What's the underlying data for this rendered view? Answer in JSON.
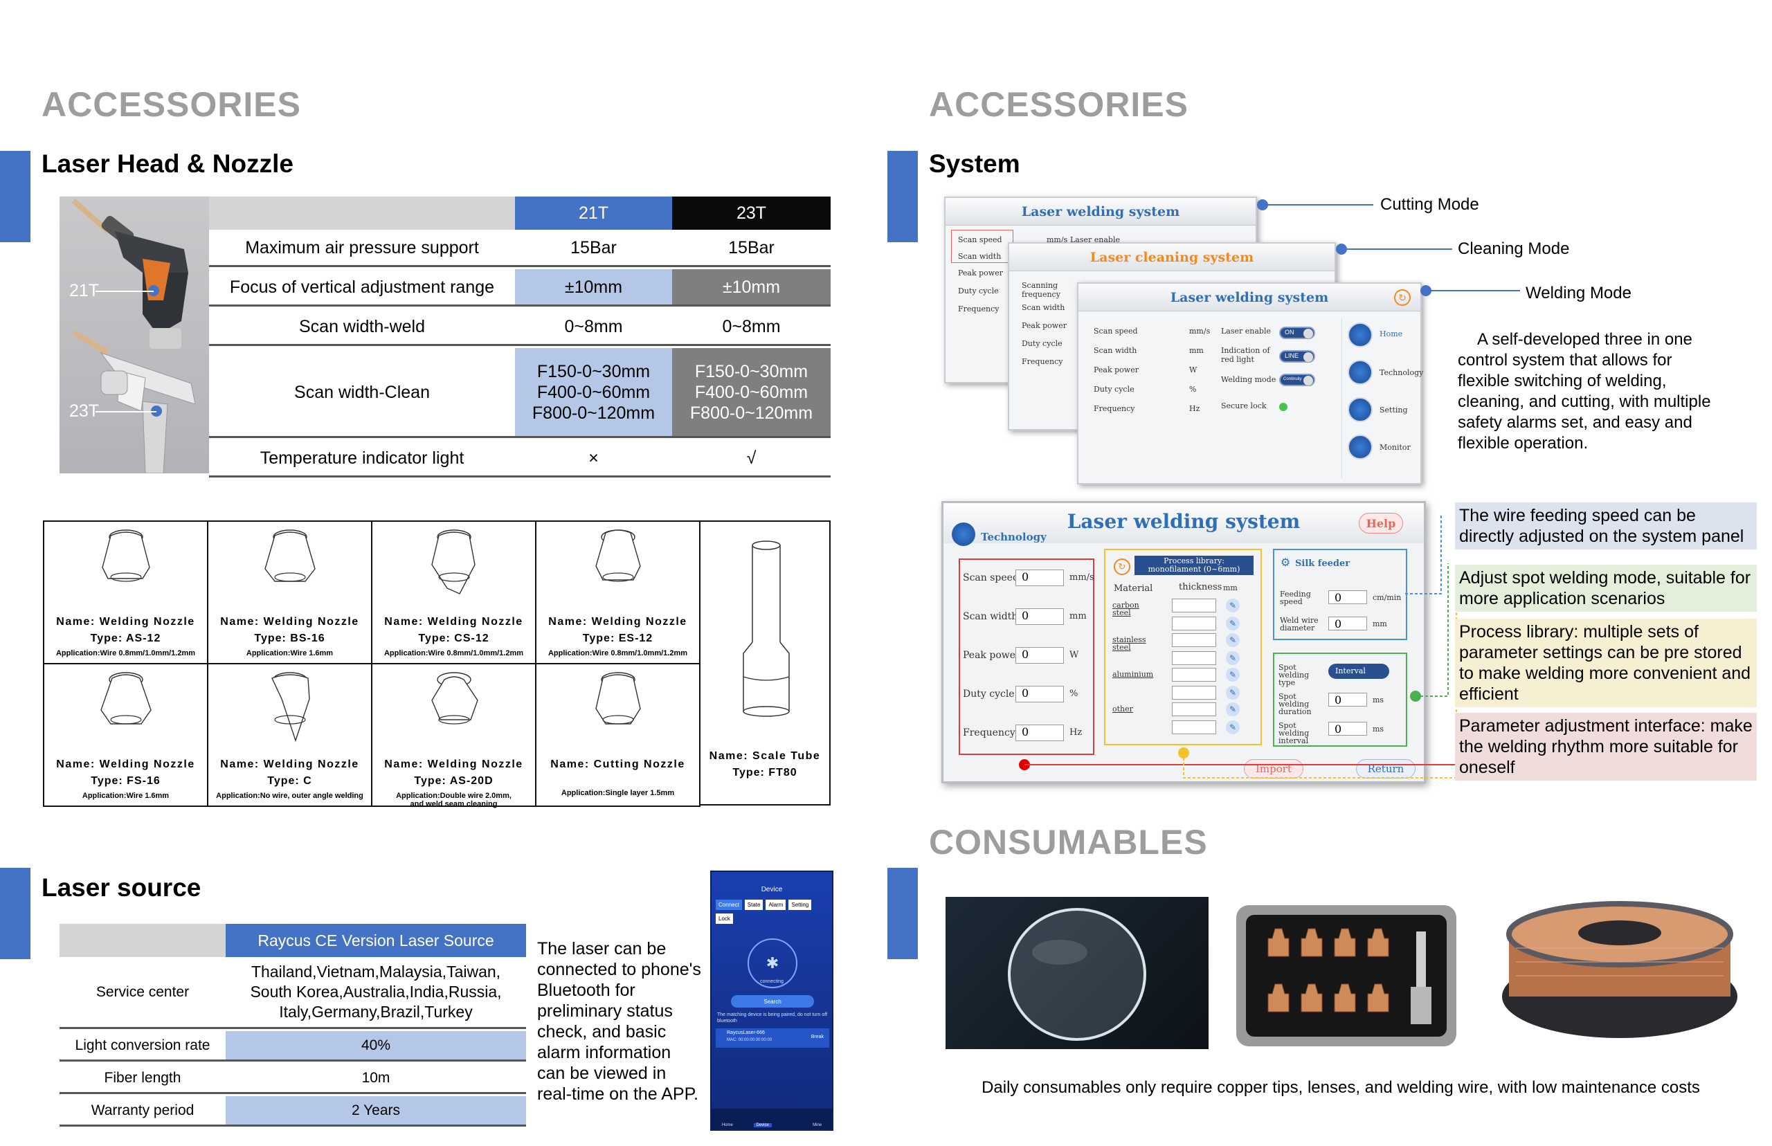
{
  "left": {
    "section_title": "ACCESSORIES",
    "laser_head": {
      "title": "Laser Head & Nozzle",
      "label_21t": "21T",
      "label_23t": "23T",
      "columns": [
        "21T",
        "23T"
      ],
      "rows": [
        {
          "label": "Maximum air pressure support",
          "v21": "15Bar",
          "v23": "15Bar"
        },
        {
          "label": "Focus of vertical adjustment range",
          "v21": "±10mm",
          "v23": "±10mm"
        },
        {
          "label": "Scan width-weld",
          "v21": "0~8mm",
          "v23": "0~8mm"
        },
        {
          "label": "Scan width-Clean",
          "v21": "F150-0~30mm\nF400-0~60mm\nF800-0~120mm",
          "v23": "F150-0~30mm\nF400-0~60mm\nF800-0~120mm"
        },
        {
          "label": "Temperature indicator light",
          "v21": "×",
          "v23": "√"
        }
      ]
    },
    "nozzles": [
      {
        "name": "Name: Welding Nozzle",
        "type": "Type: AS-12",
        "app": "Application:Wire 0.8mm/1.0mm/1.2mm"
      },
      {
        "name": "Name: Welding Nozzle",
        "type": "Type: BS-16",
        "app": "Application:Wire 1.6mm"
      },
      {
        "name": "Name: Welding Nozzle",
        "type": "Type: CS-12",
        "app": "Application:Wire 0.8mm/1.0mm/1.2mm"
      },
      {
        "name": "Name: Welding Nozzle",
        "type": "Type: ES-12",
        "app": "Application:Wire 0.8mm/1.0mm/1.2mm"
      },
      {
        "name": "Name: Welding Nozzle",
        "type": "Type: FS-16",
        "app": "Application:Wire 1.6mm"
      },
      {
        "name": "Name: Welding Nozzle",
        "type": "Type: C",
        "app": "Application:No wire, outer angle welding"
      },
      {
        "name": "Name: Welding Nozzle",
        "type": "Type: AS-20D",
        "app": "Application:Double wire 2.0mm,\nand weld seam cleaning"
      },
      {
        "name": "Name: Cutting Nozzle",
        "type": "",
        "app": "Application:Single layer 1.5mm"
      }
    ],
    "scale_tube": {
      "name": "Name: Scale Tube",
      "type": "Type: FT80"
    },
    "laser_source": {
      "title": "Laser source",
      "header": "Raycus CE Version Laser Source",
      "rows": [
        {
          "label": "Service center",
          "value": "Thailand,Vietnam,Malaysia,Taiwan,\nSouth Korea,Australia,India,Russia,\nItaly,Germany,Brazil,Turkey"
        },
        {
          "label": "Light conversion rate",
          "value": "40%"
        },
        {
          "label": "Fiber length",
          "value": "10m"
        },
        {
          "label": "Warranty period",
          "value": "2 Years"
        }
      ],
      "description": "The laser can be connected to phone's Bluetooth for preliminary status check, and basic alarm information can be viewed in real-time on the APP."
    },
    "phone": {
      "header": "Device",
      "tabs": [
        "Connect",
        "State",
        "Alarm",
        "Setting"
      ],
      "tab_lock": "Lock",
      "status": "connecting",
      "search": "Search",
      "hint": "The matching device is being paired, do not turn off bluetooth",
      "device": "RaycusLaser-666",
      "mac": "MAC: 00:00:00:00:00:00",
      "break": "Break",
      "nav": [
        "Home",
        "Device",
        "",
        "Mine"
      ]
    }
  },
  "right": {
    "section_title": "ACCESSORIES",
    "system": {
      "title": "System",
      "modes": [
        "Cutting Mode",
        "Cleaning Mode",
        "Welding Mode"
      ],
      "description": "A self-developed three in one control system that allows for flexible switching of welding, cleaning, and cutting, with multiple safety alarms set, and easy and flexible operation.",
      "win1_title": "Laser welding system",
      "win2_title": "Laser cleaning system",
      "win3_title": "Laser welding system",
      "win1_labels": [
        "Scan speed",
        "Scan width",
        "Peak power",
        "Duty cycle",
        "Frequency"
      ],
      "win1_unit": "mm/s",
      "win1_enable": "Laser enable",
      "win2_labels": [
        "Scanning frequency",
        "Scan width",
        "Peak power",
        "Duty cycle",
        "Frequency"
      ],
      "win3_labels": [
        "Scan speed",
        "Scan width",
        "Peak power",
        "Duty cycle",
        "Frequency"
      ],
      "win3_units": [
        "mm/s",
        "mm",
        "W",
        "%",
        "Hz"
      ],
      "win3_mid": [
        "Laser enable",
        "Indication of red light",
        "Welding mode",
        "Secure lock"
      ],
      "win3_toggles": [
        "ON",
        "LINE",
        "Continuity"
      ],
      "win3_buttons": [
        "Home",
        "Technology",
        "Setting",
        "Monitor"
      ]
    },
    "big_panel": {
      "title": "Laser welding system",
      "help": "Help",
      "technology": "Technology",
      "params": [
        {
          "label": "Scan speed",
          "value": "0",
          "unit": "mm/s"
        },
        {
          "label": "Scan width",
          "value": "0",
          "unit": "mm"
        },
        {
          "label": "Peak power",
          "value": "0",
          "unit": "W"
        },
        {
          "label": "Duty cycle",
          "value": "0",
          "unit": "%"
        },
        {
          "label": "Frequency",
          "value": "0",
          "unit": "Hz"
        }
      ],
      "process_lib": "Process library: monofilament (0~6mm)",
      "material": "Material",
      "thickness": "thickness",
      "thickness_unit": "mm",
      "materials": [
        "carbon steel",
        "stainless steel",
        "aluminium",
        "other"
      ],
      "silk_feeder": "Silk feeder",
      "feeder": [
        {
          "label": "Feeding speed",
          "value": "0",
          "unit": "cm/min"
        },
        {
          "label": "Weld wire diameter",
          "value": "0",
          "unit": "mm"
        }
      ],
      "spot": [
        {
          "label": "Spot welding type",
          "value": "Interval",
          "unit": ""
        },
        {
          "label": "Spot welding duration",
          "value": "0",
          "unit": "ms"
        },
        {
          "label": "Spot welding interval",
          "value": "0",
          "unit": "ms"
        }
      ],
      "import": "Import",
      "return": "Return"
    },
    "notes": [
      {
        "text": "The wire feeding speed can be directly adjusted on the system panel",
        "bg": "#dde3ee"
      },
      {
        "text": "Adjust spot welding mode, suitable for more application scenarios",
        "bg": "#e3eedb"
      },
      {
        "text": "Process library: multiple sets of parameter settings can be pre stored to make welding more convenient and efficient",
        "bg": "#f6efd2"
      },
      {
        "text": "Parameter adjustment interface: make the welding rhythm more suitable for oneself",
        "bg": "#f1dcdc"
      }
    ],
    "consumables": {
      "title": "CONSUMABLES",
      "caption": "Daily consumables only require copper tips, lenses, and welding wire, with low maintenance costs"
    }
  },
  "colors": {
    "accent": "#4472c4",
    "col21": "#4472c4",
    "col23": "#0b0b0b",
    "light21": "#b4c7e7",
    "dark23": "#7f7f7f"
  }
}
